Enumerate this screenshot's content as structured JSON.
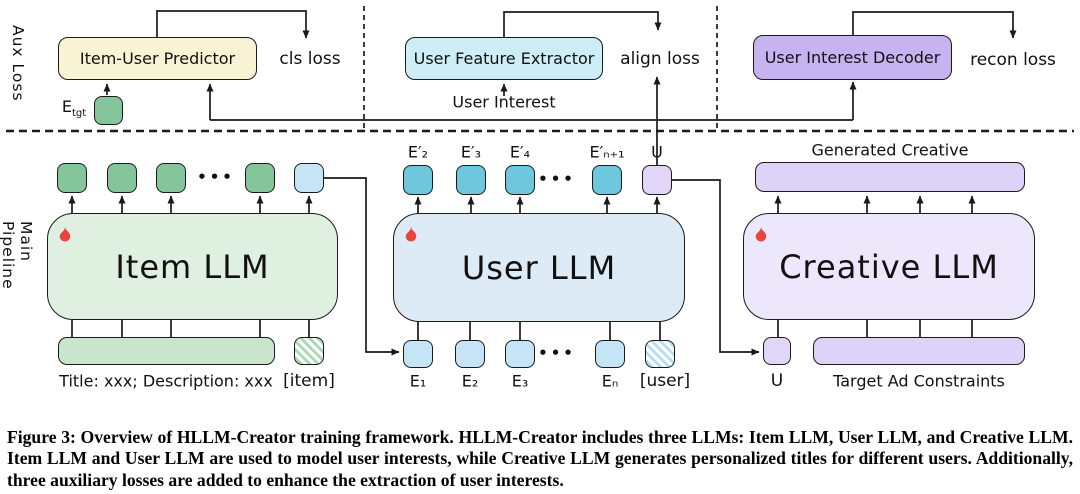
{
  "colors": {
    "yellow_box": "#f8f3d2",
    "cyan_box": "#cdeef7",
    "purple_box": "#c7b3f0",
    "green_token": "#85c59c",
    "green_llm": "#e0f0e0",
    "green_bar": "#c9e6cc",
    "hatch_green": "#a8d8b4",
    "blue_token": "#c5e5f6",
    "teal_token": "#6ec7dc",
    "blue_llm": "#dcebf6",
    "hatch_blue": "#b5def5",
    "purple_llm": "#ece7fb",
    "purple_token": "#e2d6f8",
    "purple_bar": "#ddd2f7",
    "flame": "#e8453c",
    "line": "#1a1a1a"
  },
  "aux": {
    "section_label": "Aux Loss",
    "predictor_label": "Item-User Predictor",
    "cls_loss": "cls loss",
    "etgt_base": "E",
    "etgt_sub": "tgt",
    "extractor_label": "User Feature Extractor",
    "align_loss": "align loss",
    "user_interest": "User Interest",
    "decoder_label": "User Interest Decoder",
    "recon_loss": "recon loss"
  },
  "main": {
    "section_label": "Main Pipeline",
    "item_llm": "Item LLM",
    "user_llm": "User LLM",
    "creative_llm": "Creative LLM",
    "dots": "•••",
    "item_input_caption": "Title: xxx; Description: xxx",
    "item_token": "[item]",
    "user_out_labels": [
      "E′₂",
      "E′₃",
      "E′₄",
      "E′ₙ₊₁",
      "U"
    ],
    "user_in_labels": [
      "E₁",
      "E₂",
      "E₃",
      "Eₙ",
      "[user]"
    ],
    "generated_creative": "Generated Creative",
    "u_token": "U",
    "target_constraints": "Target Ad Constraints"
  },
  "caption": "Figure 3: Overview of HLLM-Creator training framework. HLLM-Creator includes three LLMs: Item LLM, User LLM, and Creative LLM. Item LLM and User LLM are used to model user interests, while Creative LLM generates personalized titles for different users. Additionally, three auxiliary losses are added to enhance the extraction of user interests."
}
